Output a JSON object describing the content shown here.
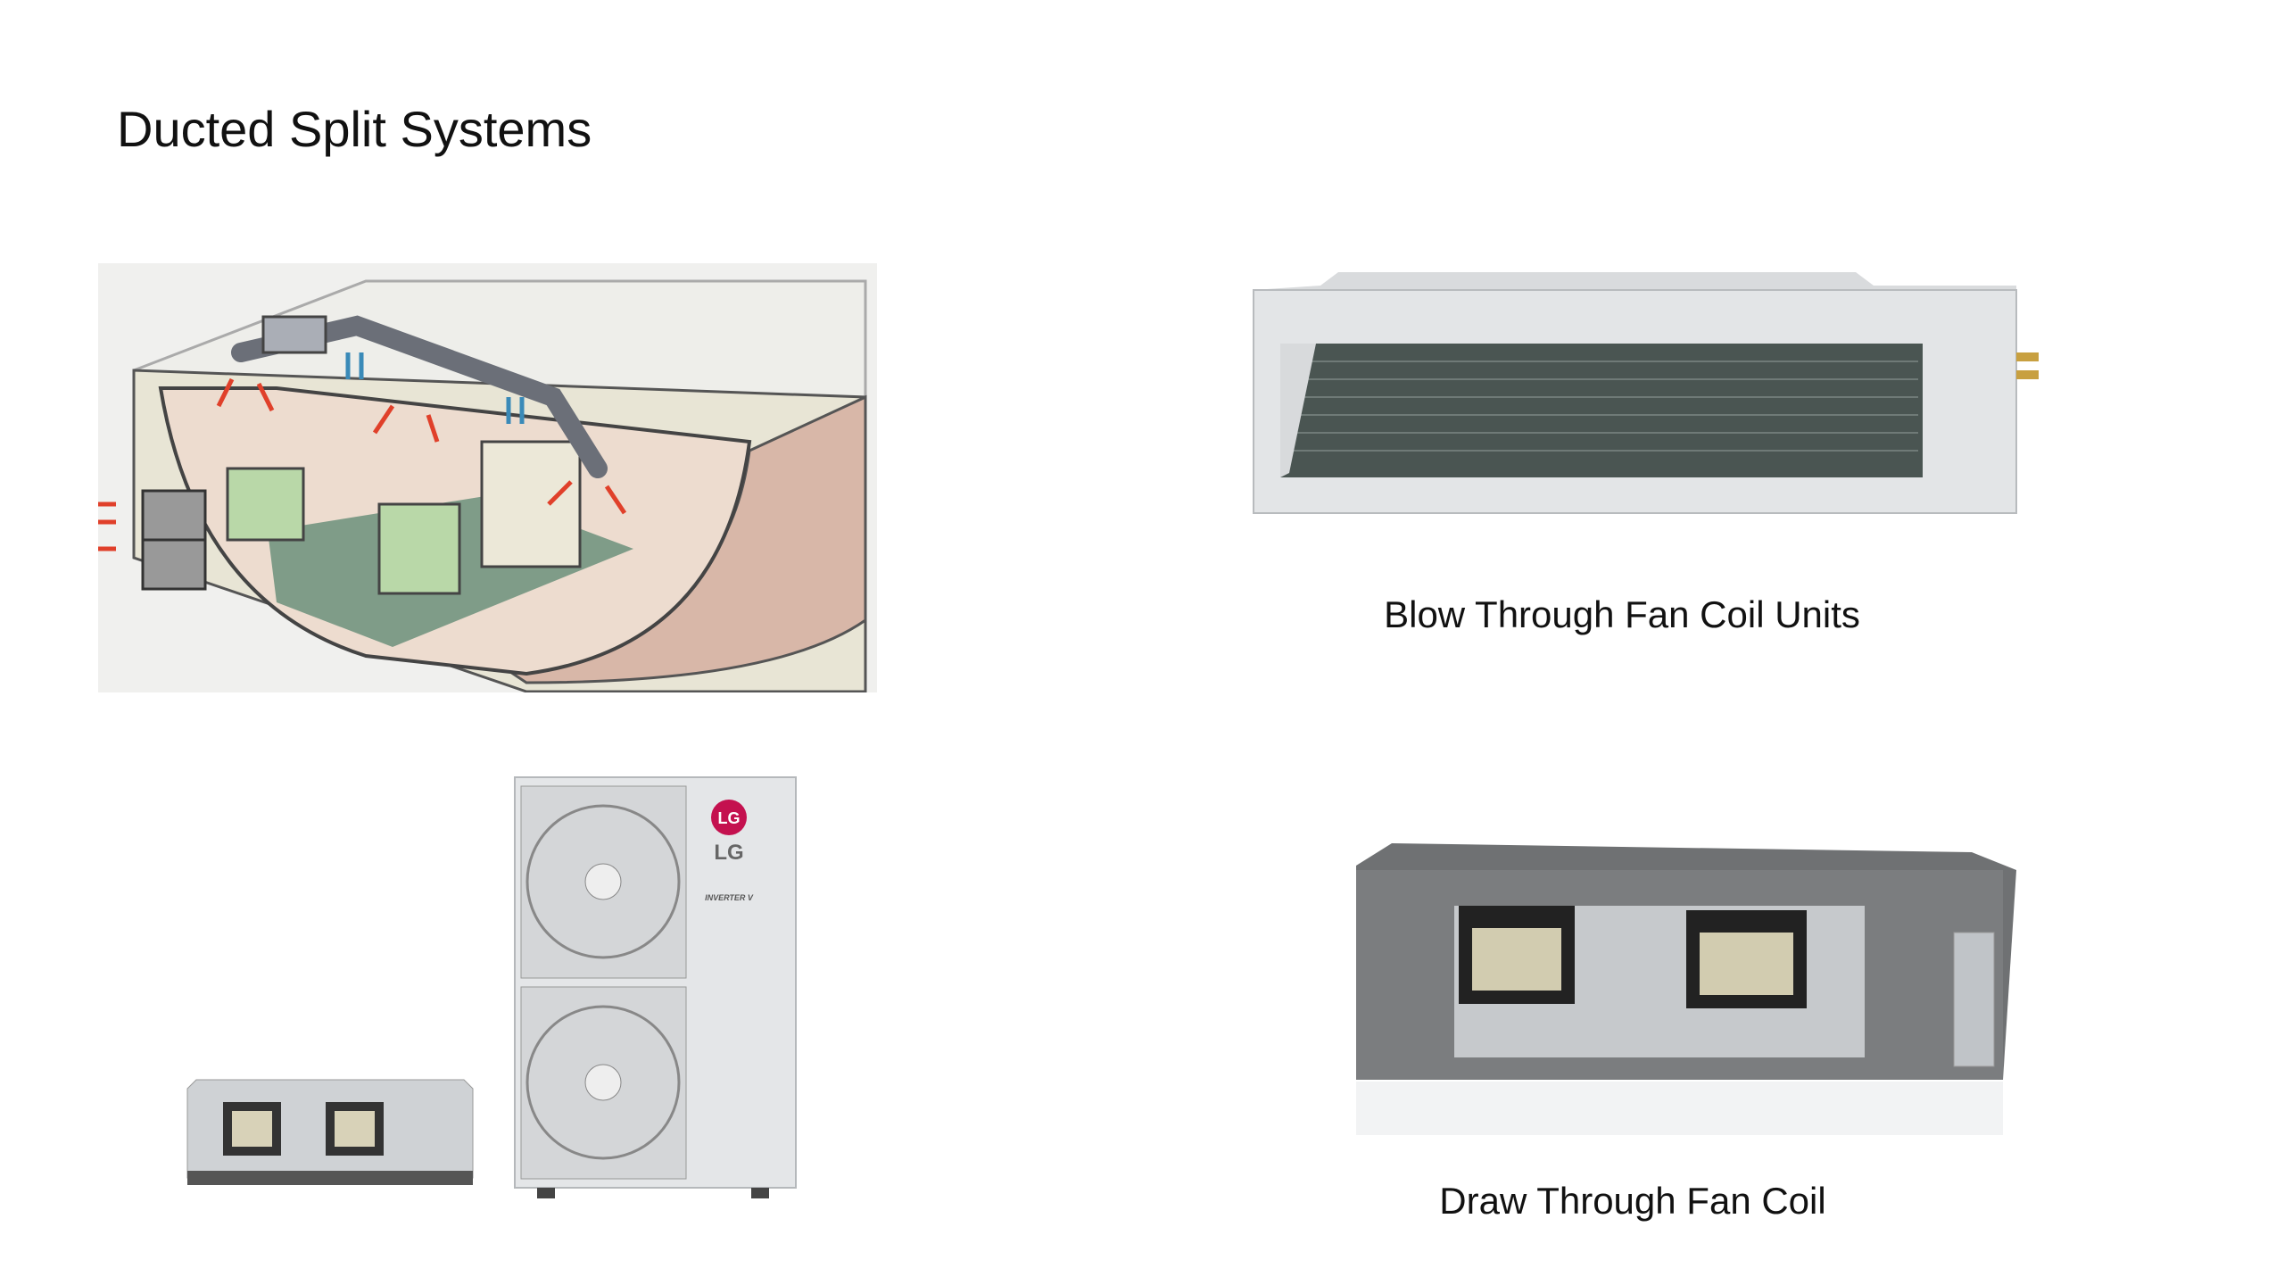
{
  "slide": {
    "title": "Ducted Split Systems",
    "captions": {
      "blow_through": "Blow Through Fan Coil Units",
      "draw_through": "Draw Through Fan Coil"
    },
    "images": {
      "outdoor_unit_brand": "LG",
      "outdoor_unit_series": "INVERTER V"
    }
  }
}
